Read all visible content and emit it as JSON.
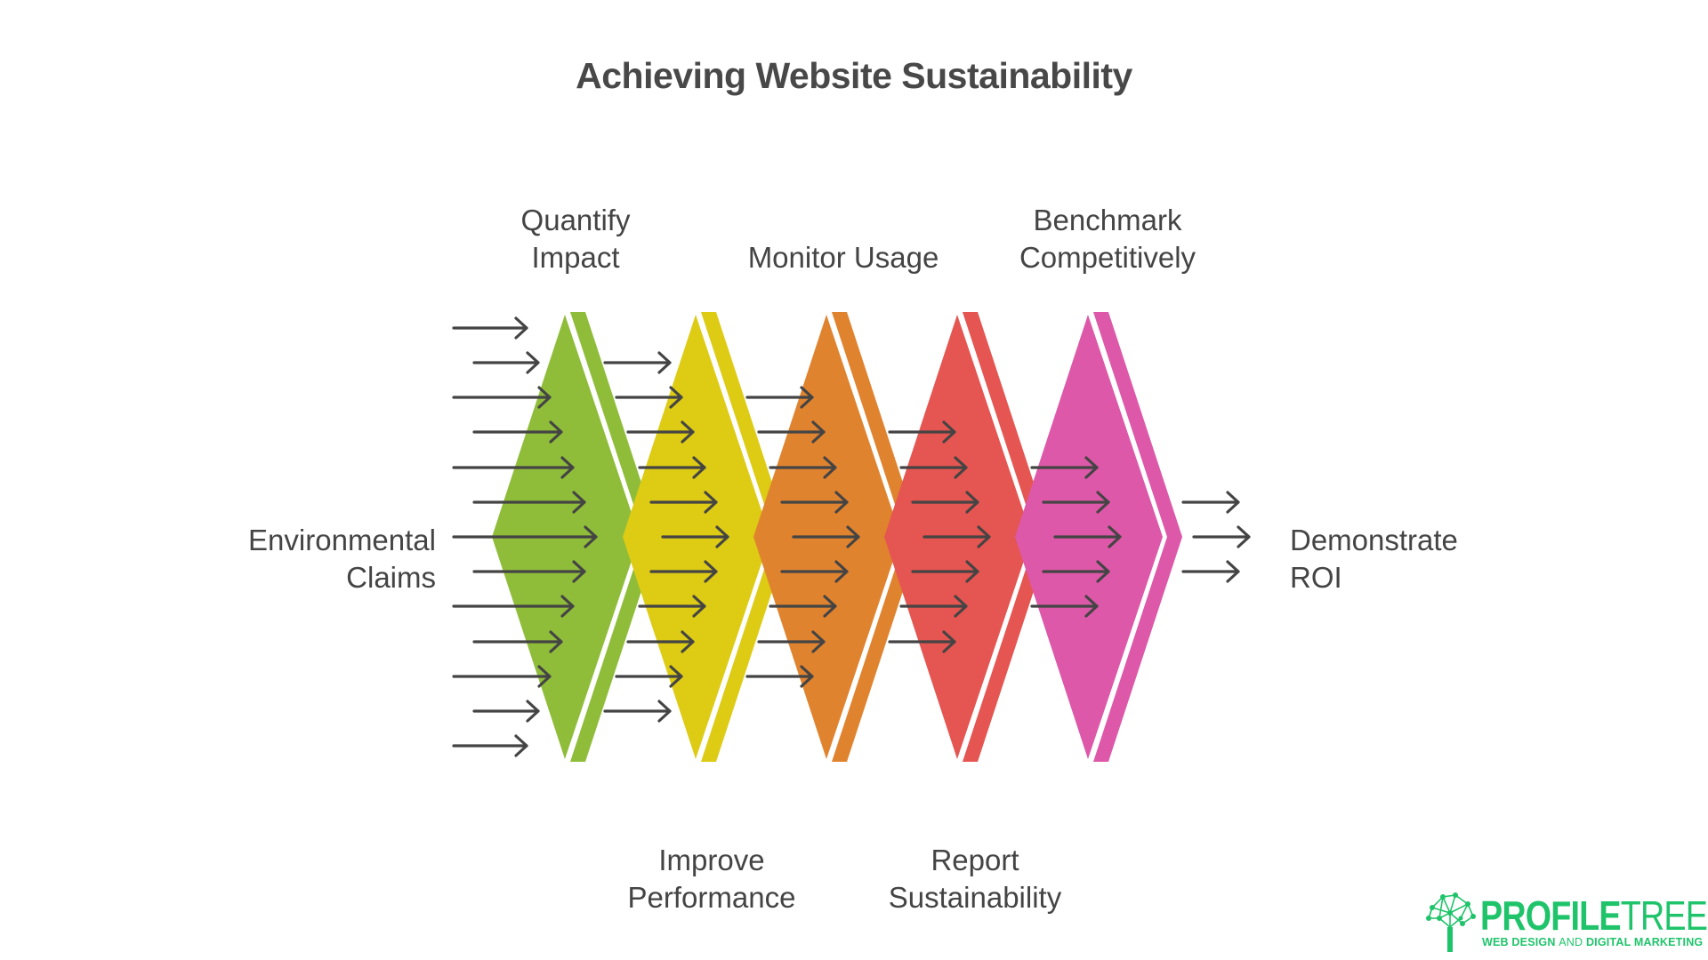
{
  "title": "Achieving Website Sustainability",
  "colors": {
    "text": "#444444",
    "arrow": "#444444",
    "stages": [
      "#8fbd3a",
      "#ddcb14",
      "#e0832f",
      "#e55551",
      "#dd58a8"
    ],
    "logo": "#1fc46a"
  },
  "input_label": {
    "line1": "Environmental",
    "line2": "Claims"
  },
  "output_label": {
    "line1": "Demonstrate",
    "line2": "ROI"
  },
  "stages": [
    {
      "line1": "Quantify",
      "line2": "Impact",
      "position": "top",
      "color": "#8fbd3a"
    },
    {
      "line1": "Improve",
      "line2": "Performance",
      "position": "bottom",
      "color": "#ddcb14"
    },
    {
      "line1": "Monitor Usage",
      "line2": "",
      "position": "top",
      "color": "#e0832f"
    },
    {
      "line1": "Report",
      "line2": "Sustainability",
      "position": "bottom",
      "color": "#e55551"
    },
    {
      "line1": "Benchmark",
      "line2": "Competitively",
      "position": "top",
      "color": "#dd58a8"
    }
  ],
  "arrow_groups": [
    13,
    11,
    9,
    7,
    5,
    3
  ],
  "logo": {
    "name_bold": "PROFILE",
    "name_light": "TREE",
    "tagline_a": "WEB DESIGN",
    "tagline_b": "AND",
    "tagline_c": "DIGITAL MARKETING"
  }
}
